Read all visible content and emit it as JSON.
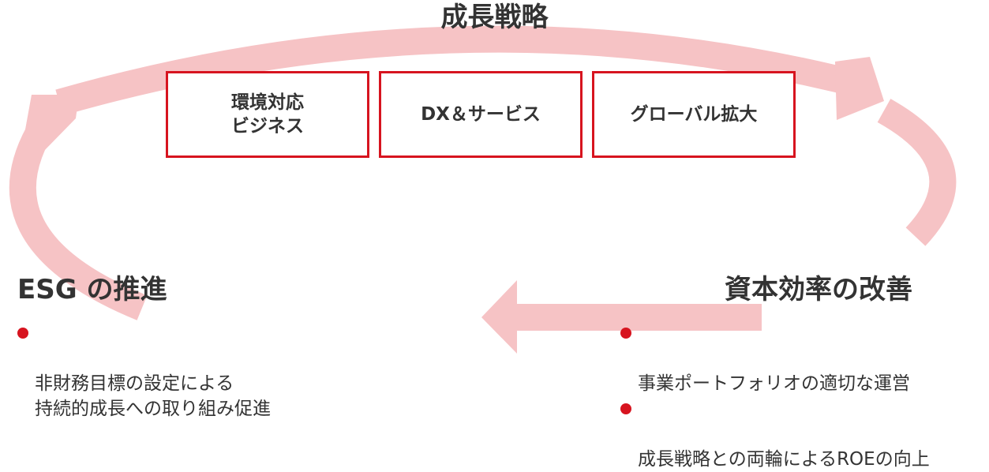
{
  "colors": {
    "cycle_arrow": "#f6c3c5",
    "box_border": "#d7141f",
    "bullet": "#d7141f",
    "text": "#333333"
  },
  "growth": {
    "title": "成長戦略",
    "boxes": [
      {
        "label": "環境対応\nビジネス"
      },
      {
        "label": "DX＆サービス"
      },
      {
        "label": "グローバル拡大"
      }
    ]
  },
  "esg": {
    "title": "ESG の推進",
    "items": [
      "非財務目標の設定による\n持続的成長への取り組み促進"
    ]
  },
  "capital": {
    "title": "資本効率の改善",
    "items": [
      "事業ポートフォリオの適切な運営",
      "成長戦略との両輪によるROEの向上"
    ]
  }
}
